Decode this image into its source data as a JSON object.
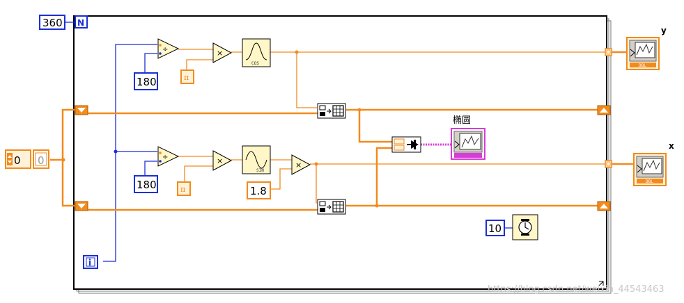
{
  "loop": {
    "count_constant": "360",
    "count_terminal": "N",
    "iteration_terminal": "i"
  },
  "shift_register_init": {
    "control_value": "0",
    "indicator_value": "0"
  },
  "constants": {
    "divisor_top": "180",
    "divisor_bottom": "180",
    "pi_symbol": "π",
    "pi_symbol_bottom": "π",
    "scale_factor": "1.8",
    "wait_ms": "10"
  },
  "functions": {
    "cos_label": "COS",
    "sin_label": "SIN"
  },
  "indicators": {
    "y_label": "y",
    "x_label": "x",
    "ellipse_label": "椭圆",
    "graph_tag": "DBL"
  },
  "colors": {
    "frame": "#000000",
    "orange_wire": "#f28a1c",
    "blue_wire": "#1a2fd6",
    "pink_wire": "#d63cd6",
    "constant_fill": "#fff2d9",
    "function_fill": "#fff7c8"
  },
  "watermark": "https://blog.csdn.net/weixin_44543463"
}
